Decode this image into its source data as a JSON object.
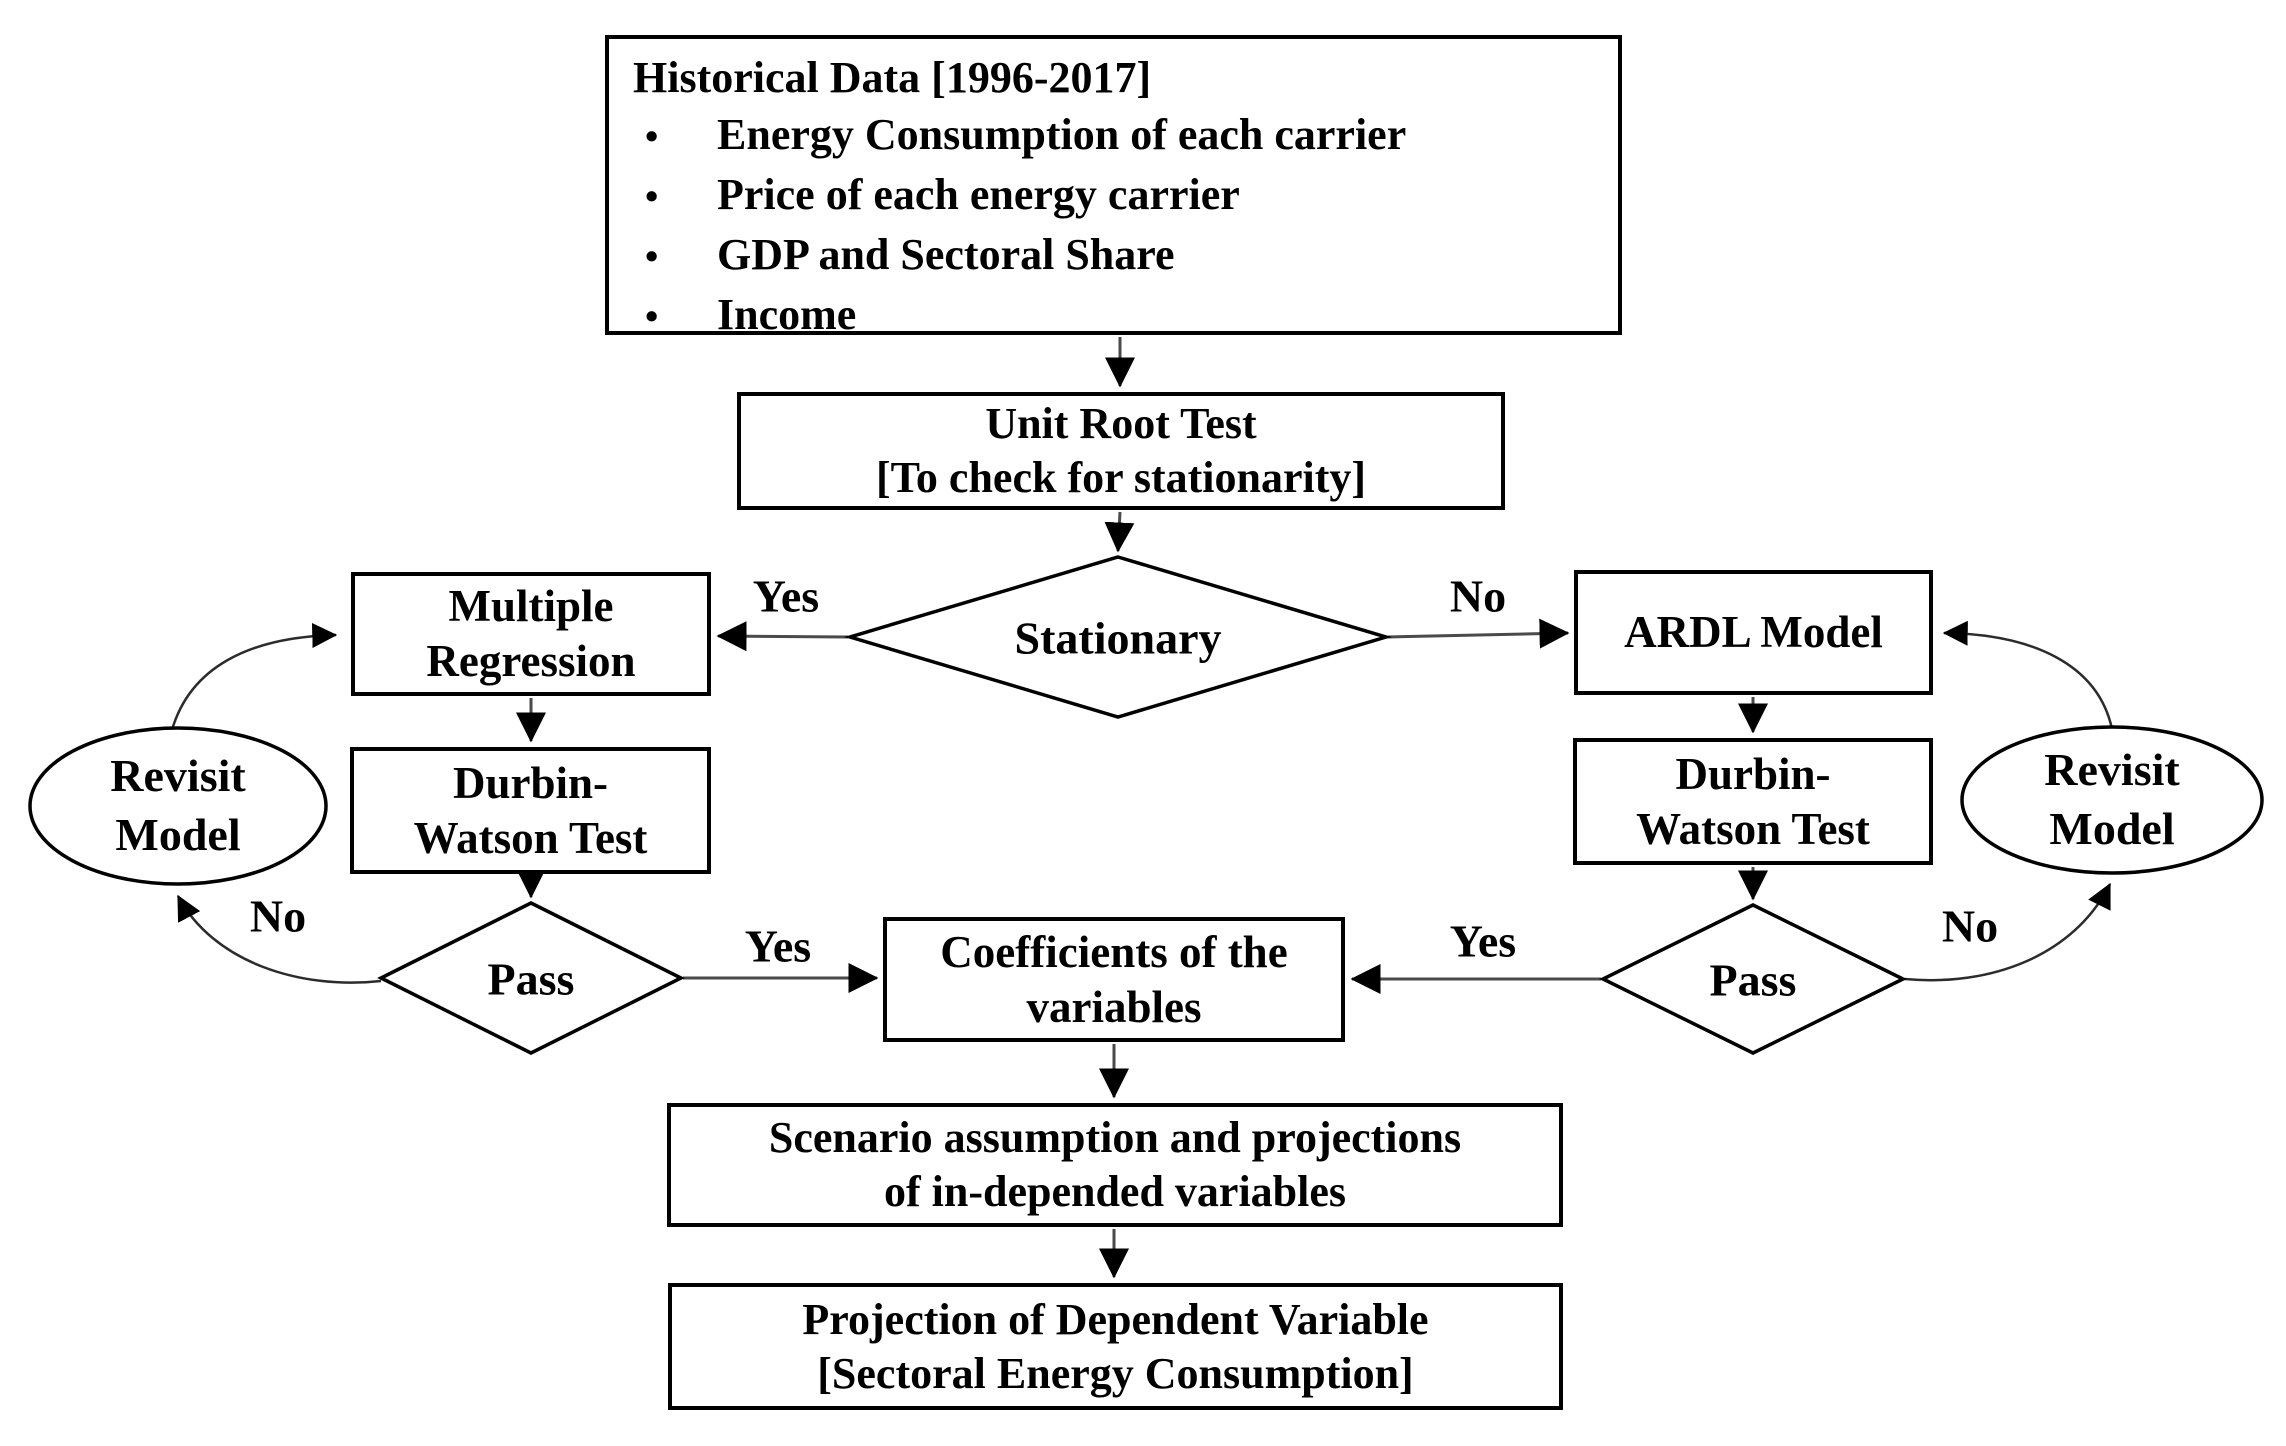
{
  "figure": {
    "background_color": "#ffffff",
    "ink_color": "#000000"
  },
  "nodes": {
    "historical": {
      "title": "Historical Data [1996-2017]",
      "bullet_glyph": "•",
      "bullets": [
        "Energy Consumption of each carrier",
        "Price of each energy carrier",
        "GDP and Sectoral Share",
        "Income"
      ]
    },
    "unit_root": {
      "lines": [
        "Unit Root Test",
        "[To check for stationarity]"
      ]
    },
    "stationary": {
      "label": "Stationary"
    },
    "multiple_regression": {
      "lines": [
        "Multiple",
        "Regression"
      ]
    },
    "ardl": {
      "lines": [
        "ARDL Model"
      ]
    },
    "durbin_left": {
      "lines": [
        "Durbin-",
        "Watson Test"
      ]
    },
    "durbin_right": {
      "lines": [
        "Durbin-",
        "Watson Test"
      ]
    },
    "revisit_left": {
      "lines": [
        "Revisit",
        "Model"
      ]
    },
    "revisit_right": {
      "lines": [
        "Revisit",
        "Model"
      ]
    },
    "pass_left": {
      "label": "Pass"
    },
    "pass_right": {
      "label": "Pass"
    },
    "coefficients": {
      "lines": [
        "Coefficients of the",
        "variables"
      ]
    },
    "scenario": {
      "lines": [
        "Scenario assumption and projections",
        "of in-depended variables"
      ]
    },
    "projection": {
      "lines": [
        "Projection of Dependent Variable",
        "[Sectoral Energy Consumption]"
      ]
    }
  },
  "edge_labels": {
    "stationary_yes": "Yes",
    "stationary_no": "No",
    "pass_left_yes": "Yes",
    "pass_left_no": "No",
    "pass_right_yes": "Yes",
    "pass_right_no": "No"
  }
}
